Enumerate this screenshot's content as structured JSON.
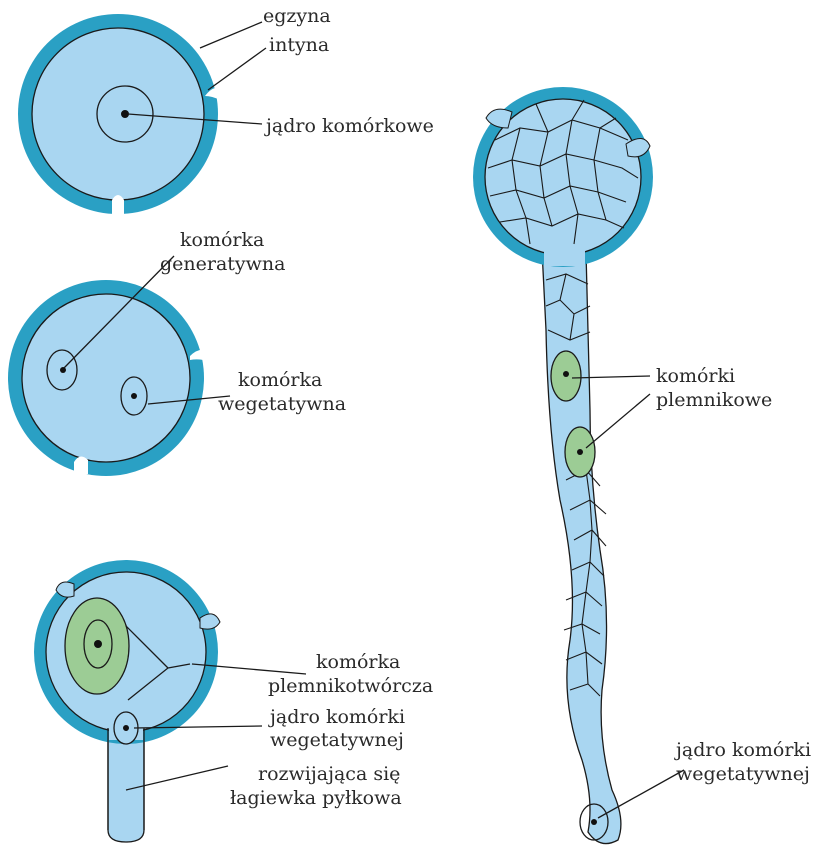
{
  "labels": {
    "egzyna": "egzyna",
    "intyna": "intyna",
    "jadro_komorkowe": "jądro komórkowe",
    "komorka_generatywna_1": "komórka",
    "komorka_generatywna_2": "generatywna",
    "komorka_wegetatywna_1": "komórka",
    "komorka_wegetatywna_2": "wegetatywna",
    "komorka_plemnikotworcza_1": "komórka",
    "komorka_plemnikotworcza_2": "plemnikotwórcza",
    "jadro_kom_weg_1_a": "jądro komórki",
    "jadro_kom_weg_1_b": "wegetatywnej",
    "lagiewka_1": "rozwijająca się",
    "lagiewka_2": "łagiewka pyłkowa",
    "komorki_plemnikowe_1": "komórki",
    "komorki_plemnikowe_2": "plemnikowe",
    "jadro_kom_weg_2_a": "jądro komórki",
    "jadro_kom_weg_2_b": "wegetatywnej"
  },
  "colors": {
    "wall": "#2aa0c4",
    "cytoplasm": "#a9d6f1",
    "generative": "#9ccc95"
  }
}
